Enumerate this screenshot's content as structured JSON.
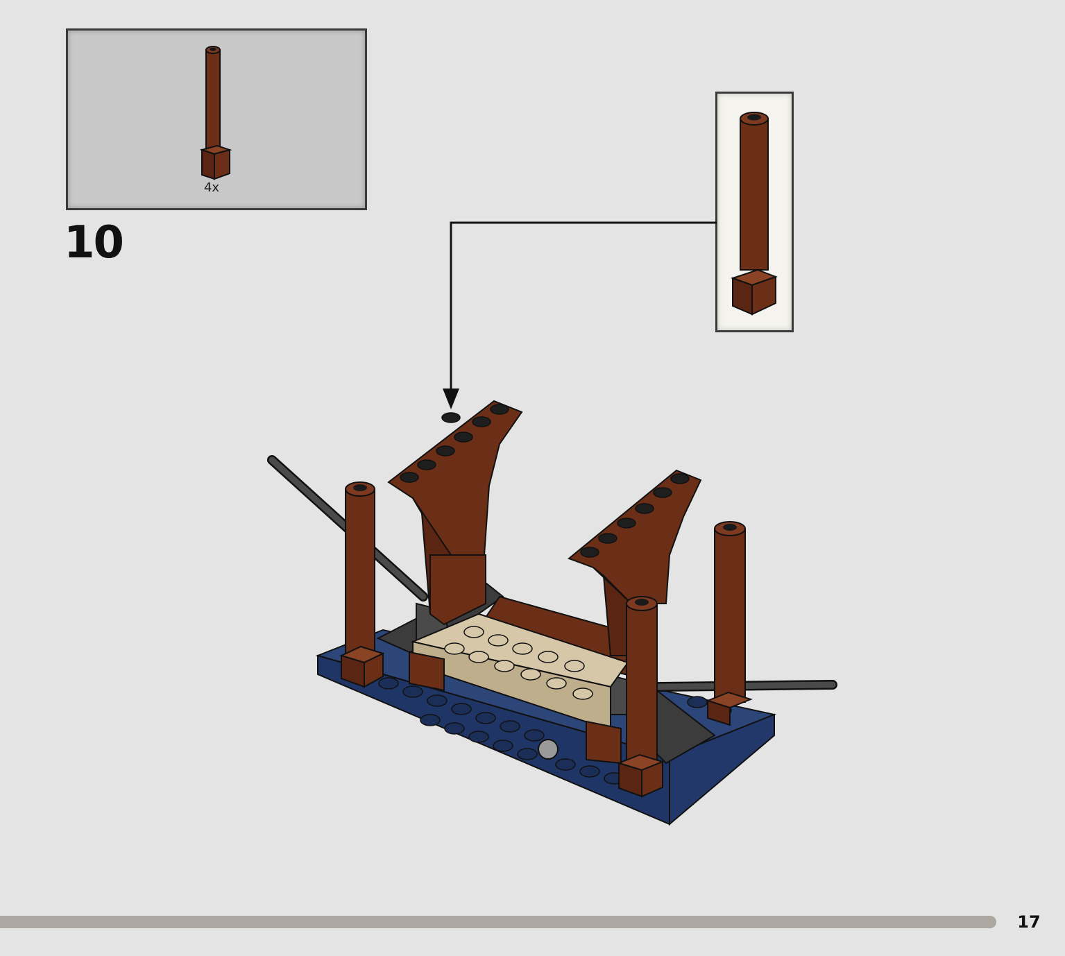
{
  "parts_callout": {
    "count_label": "4x",
    "part_color": "#6b2e17"
  },
  "step": {
    "number": "10"
  },
  "page": {
    "number": "17",
    "progress": 0.94
  },
  "colors": {
    "background": "#e4e4e4",
    "reddish_brown": "#6b2e17",
    "dark_blue": "#22386a",
    "tan": "#d6c7a8",
    "dark_gray": "#3a3a3a",
    "progress_bar": "#aca7a0"
  }
}
